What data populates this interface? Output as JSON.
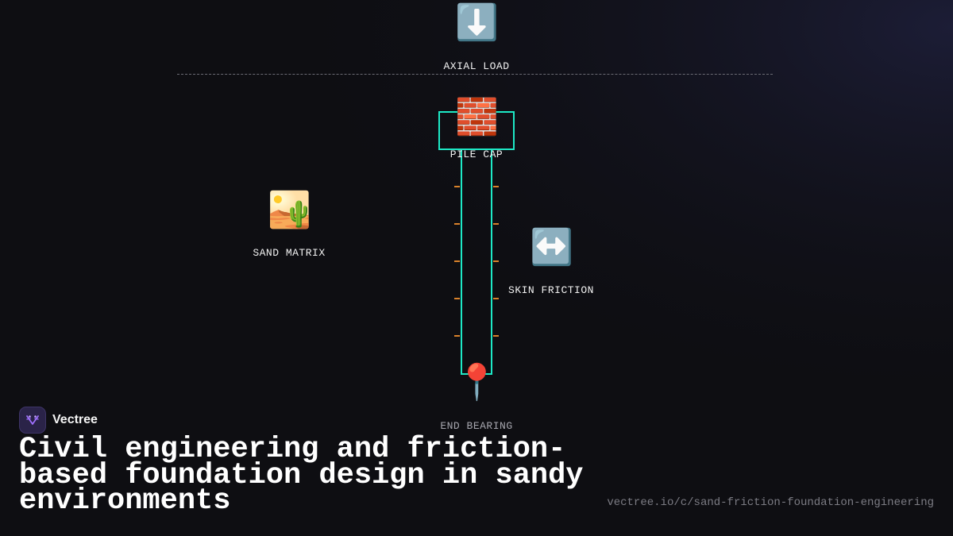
{
  "diagram": {
    "nodes": [
      {
        "id": "axial-load",
        "emoji": "⬇️",
        "icon": "down-arrow-icon",
        "label": "AXIAL LOAD"
      },
      {
        "id": "pile-cap",
        "emoji": "🧱",
        "icon": "brick-icon",
        "label": "PILE CAP"
      },
      {
        "id": "sand-matrix",
        "emoji": "🏜️",
        "icon": "desert-icon",
        "label": "SAND MATRIX"
      },
      {
        "id": "skin-friction",
        "emoji": "↔️",
        "icon": "left-right-arrow-icon",
        "label": "SKIN FRICTION"
      },
      {
        "id": "end-bearing",
        "emoji": "📍",
        "icon": "pin-icon",
        "label": "END BEARING"
      }
    ],
    "colors": {
      "pile": "#1de9c6",
      "friction_ticks": "#d9822b",
      "dashed_line": "#6b6b74"
    }
  },
  "brand": {
    "name": "Vectree",
    "logo_icon": "vectree-logo-icon"
  },
  "headline": "Civil engineering and friction-based foundation design in sandy environments",
  "url": "vectree.io/c/sand-friction-foundation-engineering"
}
